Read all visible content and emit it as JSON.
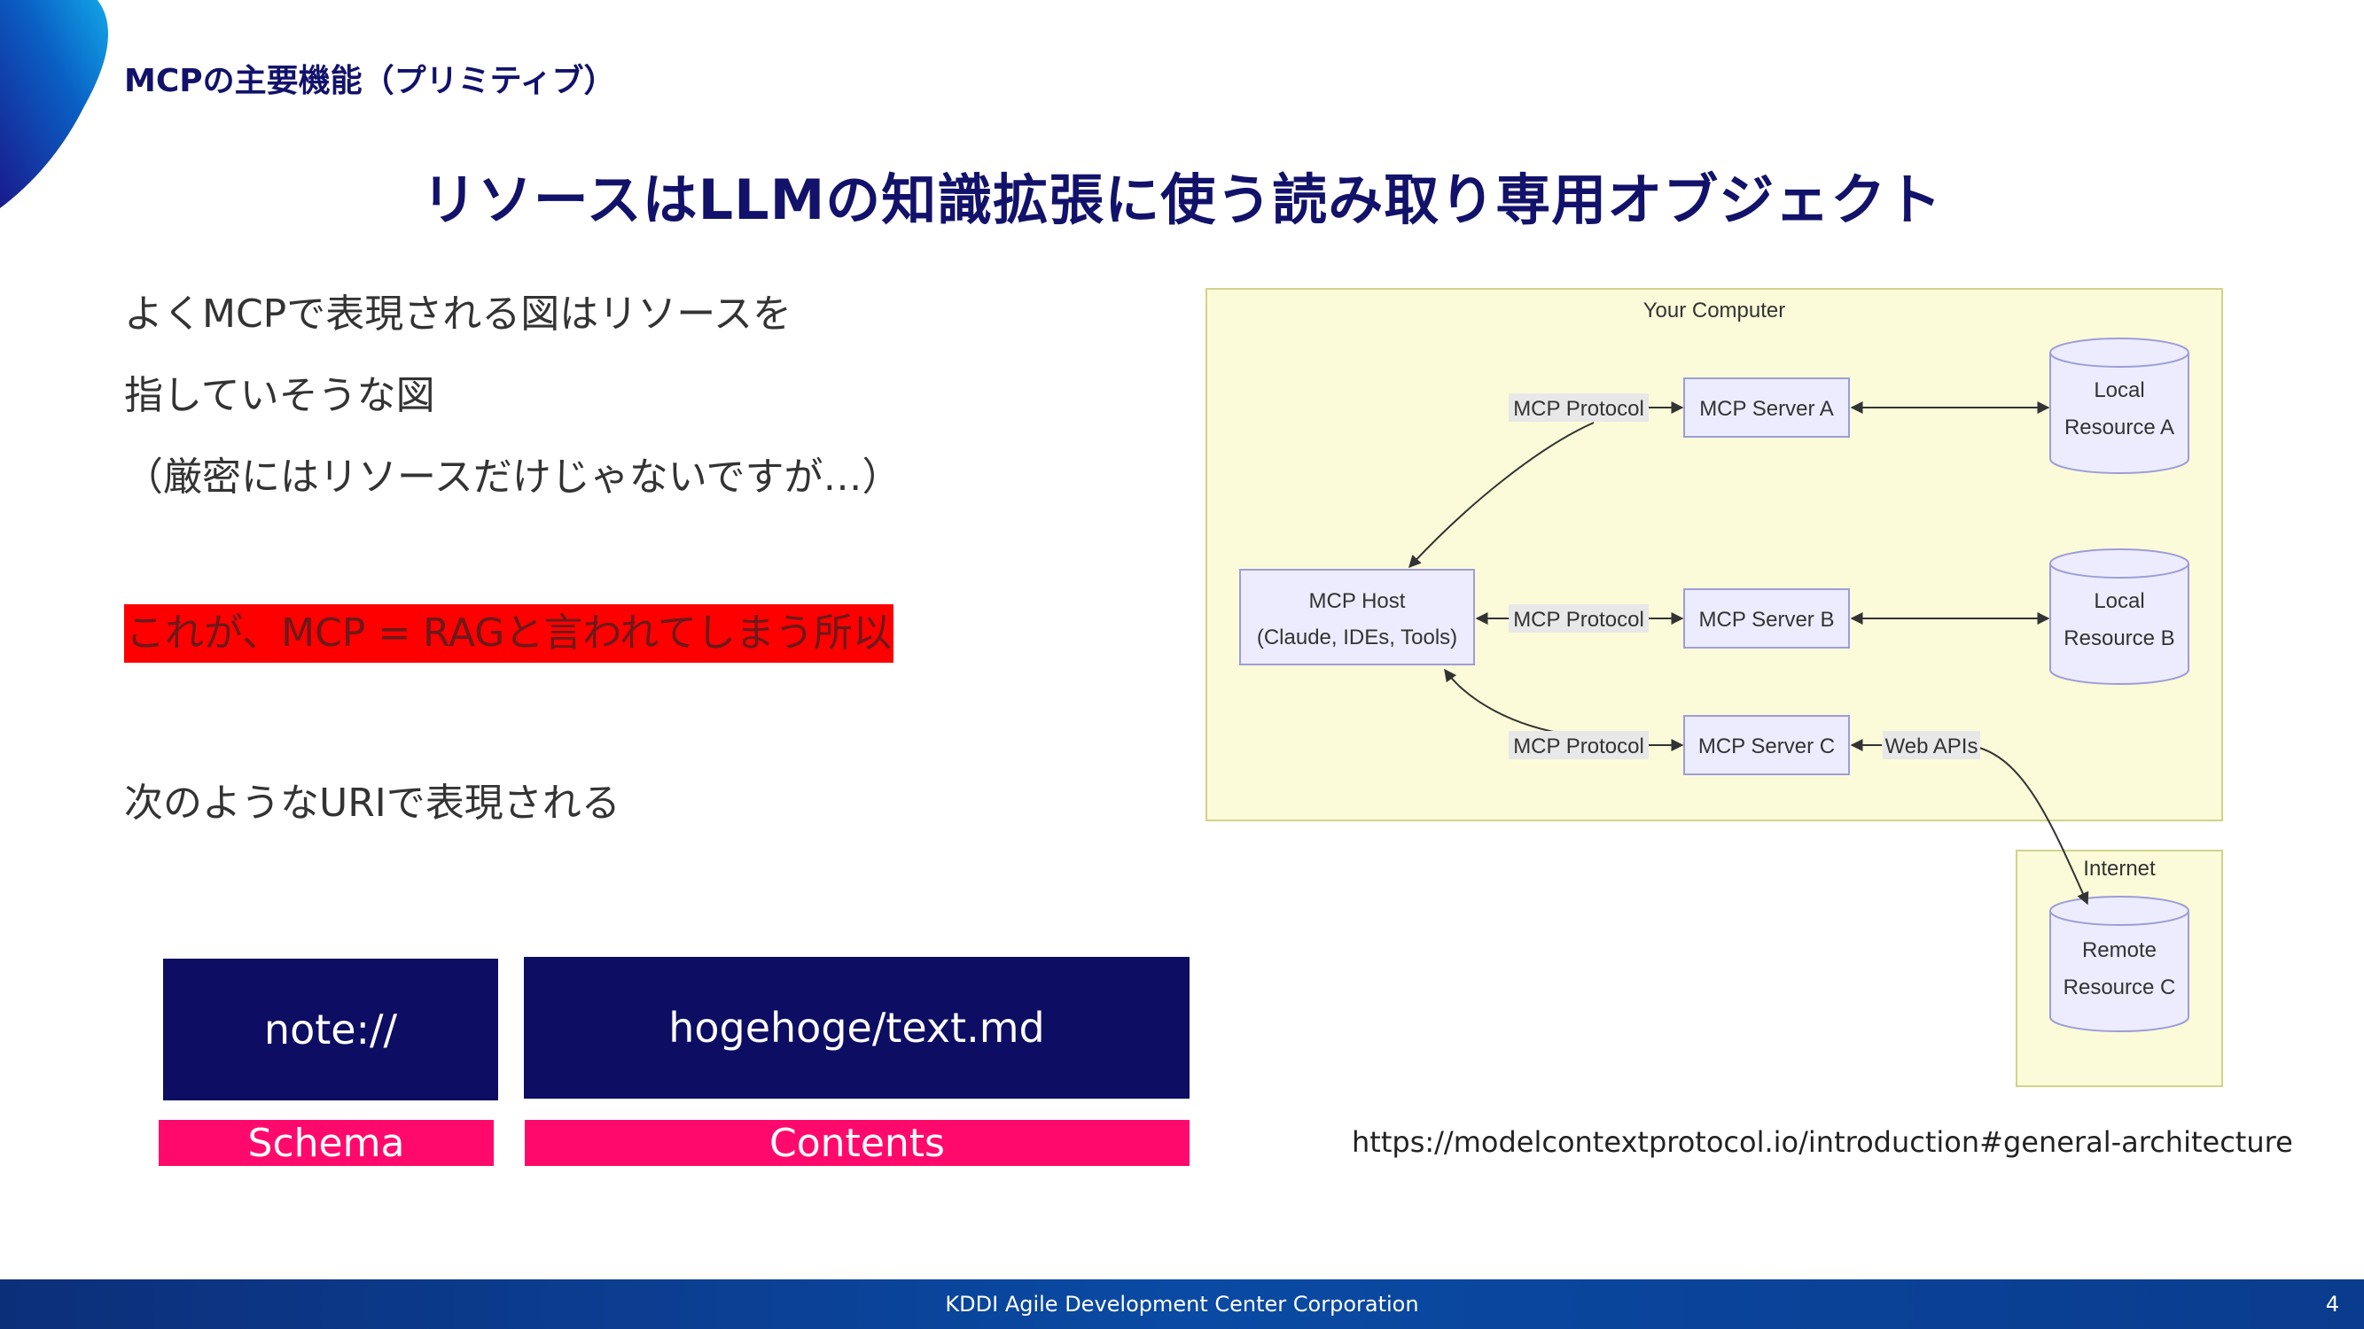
{
  "header": {
    "section_title": "MCPの主要機能（プリミティブ）",
    "main_title": "リソースはLLMの知識拡張に使う読み取り専用オブジェクト"
  },
  "body": {
    "line1": "よくMCPで表現される図はリソースを",
    "line2": "指していそうな図",
    "line3": "（厳密にはリソースだけじゃないですが…）",
    "highlight": "これが、MCP = RAGと言われてしまう所以",
    "uri_intro": "次のようなURIで表現される"
  },
  "uri": {
    "scheme_value": "note://",
    "contents_value": "hogehoge/text.md",
    "scheme_label": "Schema",
    "contents_label": "Contents"
  },
  "diagram": {
    "your_computer_label": "Your Computer",
    "internet_label": "Internet",
    "host_line1": "MCP Host",
    "host_line2": "(Claude, IDEs, Tools)",
    "protocol_a": "MCP Protocol",
    "protocol_b": "MCP Protocol",
    "protocol_c": "MCP Protocol",
    "server_a": "MCP Server A",
    "server_b": "MCP Server B",
    "server_c": "MCP Server C",
    "web_apis": "Web APIs",
    "resource_a_line1": "Local",
    "resource_a_line2": "Resource A",
    "resource_b_line1": "Local",
    "resource_b_line2": "Resource B",
    "resource_c_line1": "Remote",
    "resource_c_line2": "Resource C"
  },
  "reference_url": "https://modelcontextprotocol.io/introduction#general-architecture",
  "footer": {
    "company": "KDDI Agile Development Center Corporation",
    "page_number": "4"
  },
  "colors": {
    "navy": "#12126b",
    "highlight_red": "#ff0000",
    "label_pink": "#ff0a6c",
    "diagram_bg": "#fbfbd9",
    "node_fill": "#ececfe"
  }
}
